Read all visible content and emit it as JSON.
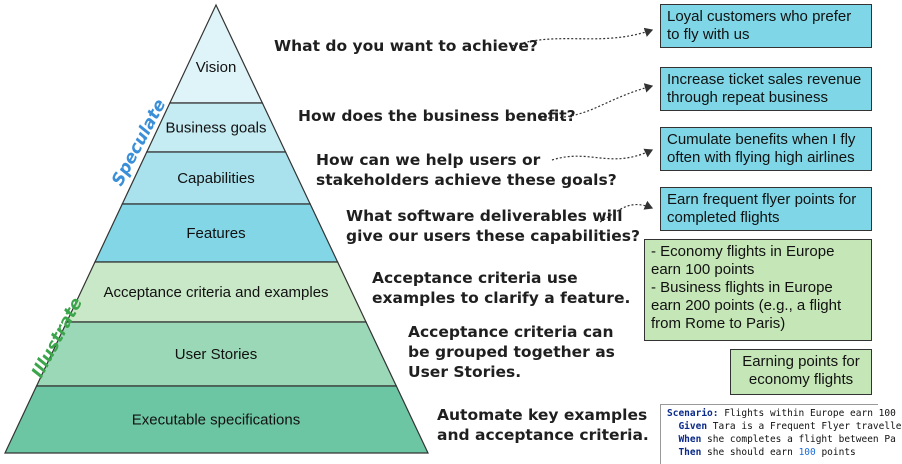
{
  "pyramid": {
    "levels": [
      {
        "label": "Vision",
        "fill": "#dff4f8"
      },
      {
        "label": "Business goals",
        "fill": "#c6ecf3"
      },
      {
        "label": "Capabilities",
        "fill": "#a9e2ed"
      },
      {
        "label": "Features",
        "fill": "#82d6e6"
      },
      {
        "label": "Acceptance criteria and examples",
        "fill": "#c9e8c7"
      },
      {
        "label": "User Stories",
        "fill": "#9bd8b8"
      },
      {
        "label": "Executable specifications",
        "fill": "#6cc6a4"
      }
    ],
    "speculate_label": "Speculate",
    "illustrate_label": "Illustrate",
    "speculate_color": "#3a8fd8",
    "illustrate_color": "#3aa54a"
  },
  "questions": [
    {
      "lines": [
        "What do you want to achieve?"
      ]
    },
    {
      "lines": [
        "How does the business benefit?"
      ]
    },
    {
      "lines": [
        "How can we help users or",
        "stakeholders achieve these goals?"
      ]
    },
    {
      "lines": [
        "What software deliverables will",
        "give our users these capabilities?"
      ]
    },
    {
      "lines": [
        "Acceptance criteria use",
        "examples to clarify a feature."
      ]
    },
    {
      "lines": [
        "Acceptance criteria can",
        "be grouped together as",
        "User Stories."
      ]
    },
    {
      "lines": [
        "Automate key examples",
        "and acceptance criteria."
      ]
    }
  ],
  "examples": [
    {
      "lines": [
        "Loyal customers who prefer",
        "to fly with us"
      ],
      "style": "blue"
    },
    {
      "lines": [
        "Increase ticket sales revenue",
        "through repeat business"
      ],
      "style": "blue"
    },
    {
      "lines": [
        "Cumulate benefits when I fly",
        "often with flying high airlines"
      ],
      "style": "blue"
    },
    {
      "lines": [
        "Earn frequent flyer points for",
        "completed flights"
      ],
      "style": "blue"
    },
    {
      "lines": [
        "- Economy flights in Europe",
        "earn 100 points",
        "- Business flights in Europe",
        "earn 200 points (e.g., a flight",
        "from Rome to Paris)"
      ],
      "style": "green"
    },
    {
      "lines": [
        "Earning points for",
        "economy flights"
      ],
      "style": "green"
    }
  ],
  "gherkin": {
    "line1_kw": "Scenario:",
    "line1_text": " Flights within Europe earn 100",
    "line2_kw": "  Given",
    "line2_text": " Tara is a Frequent Flyer travelle",
    "line3_kw": "  When",
    "line3_text": " she completes a flight between Pa",
    "line4_kw": "  Then",
    "line4_text": " she should earn ",
    "line4_num": "100",
    "line4_tail": " points"
  }
}
